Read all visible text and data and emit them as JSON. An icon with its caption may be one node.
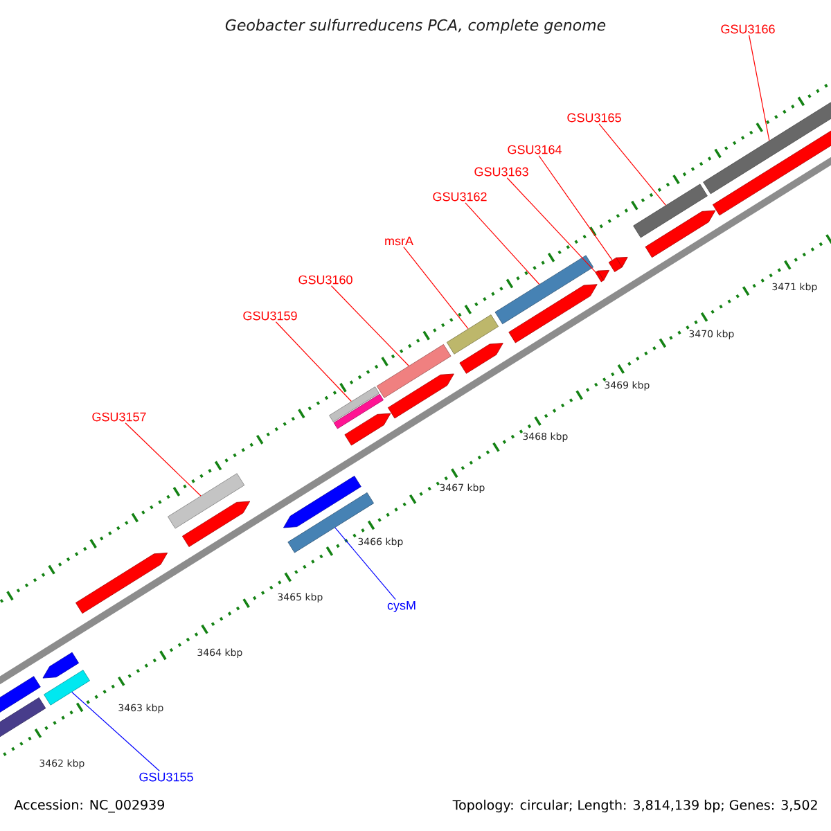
{
  "diagram": {
    "title": "Geobacter sulfurreducens PCA, complete genome",
    "nodes": [
      {
        "text": [
          "GSU3166"
        ]
      },
      {
        "text": [
          "GSU3165"
        ]
      },
      {
        "text": [
          "GSU3164"
        ]
      },
      {
        "text": [
          "GSU3163"
        ]
      },
      {
        "text": [
          "GSU3162"
        ]
      },
      {
        "text": [
          "msrA"
        ]
      },
      {
        "text": [
          "GSU3160"
        ]
      },
      {
        "text": [
          "GSU3159"
        ]
      },
      {
        "text": [
          "GSU3157"
        ]
      },
      {
        "text": [
          "cysM"
        ]
      },
      {
        "text": [
          "GSU3155"
        ]
      },
      {
        "text": [],
        "shape": "bar"
      },
      {
        "text": [],
        "shape": "bar"
      },
      {
        "text": [],
        "shape": "bar"
      },
      {
        "text": [],
        "shape": "bar"
      },
      {
        "text": [],
        "shape": "bar"
      },
      {
        "text": [],
        "shape": "bar"
      },
      {
        "text": [],
        "shape": "bar"
      },
      {
        "text": [],
        "shape": "bar"
      },
      {
        "text": [],
        "shape": "bar"
      },
      {
        "text": [],
        "shape": "bar"
      },
      {
        "text": [],
        "shape": "bar"
      }
    ],
    "edges": [
      {
        "from": 0,
        "to": 21,
        "arrow": "none"
      },
      {
        "from": 1,
        "to": 20,
        "arrow": "none"
      },
      {
        "from": 2,
        "to": 19,
        "arrow": "none"
      },
      {
        "from": 3,
        "to": 18,
        "arrow": "none"
      },
      {
        "from": 4,
        "to": 17,
        "arrow": "none"
      },
      {
        "from": 5,
        "to": 16,
        "arrow": "none"
      },
      {
        "from": 6,
        "to": 15,
        "arrow": "none"
      },
      {
        "from": 7,
        "to": 14,
        "arrow": "none"
      },
      {
        "from": 8,
        "to": 12,
        "arrow": "none"
      },
      {
        "from": 9,
        "to": 13,
        "arrow": "none",
        "color": "#0000ff"
      },
      {
        "from": 10,
        "to": 11,
        "arrow": "none",
        "color": "#0000ff"
      }
    ],
    "labels": [
      "3462 kbp",
      "3463 kbp",
      "3464 kbp",
      "3465 kbp",
      "3466 kbp",
      "3467 kbp",
      "3468 kbp",
      "3469 kbp",
      "3470 kbp",
      "3471 kbp",
      "Accession: NC_002939",
      "Topology: circular; Length: 3,814,139 bp; Genes: 3,502"
    ]
  }
}
